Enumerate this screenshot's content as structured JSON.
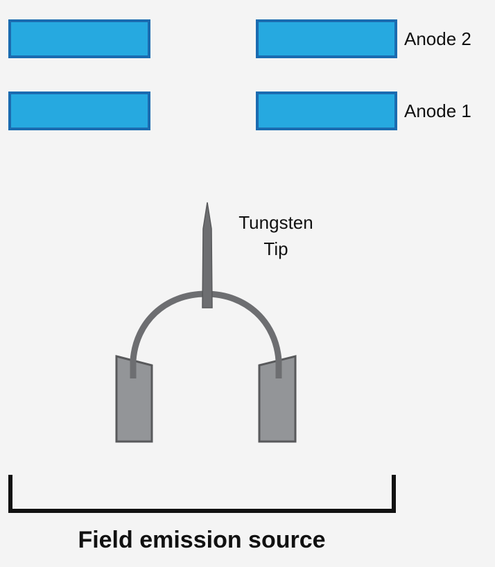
{
  "labels": {
    "anode_2": "Anode 2",
    "anode_1": "Anode 1",
    "tip_line_1": "Tungsten",
    "tip_line_2": "Tip",
    "source": "Field emission source"
  },
  "colors": {
    "anode_fill": "#26a9e0",
    "anode_stroke": "#1a6bb0",
    "holder_fill": "#939598",
    "filament": "#6d6e71",
    "bracket": "#111111",
    "background": "#f4f4f4"
  }
}
